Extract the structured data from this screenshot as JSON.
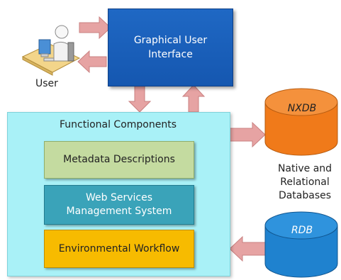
{
  "user": {
    "label": "User"
  },
  "gui": {
    "line1": "Graphical User",
    "line2": "Interface"
  },
  "functional": {
    "title": "Functional Components",
    "metadata": "Metadata Descriptions",
    "web_services_line1": "Web Services",
    "web_services_line2": "Management System",
    "workflow": "Environmental Workflow"
  },
  "databases": {
    "nxdb": "NXDB",
    "rdb": "RDB",
    "caption_line1": "Native and",
    "caption_line2": "Relational",
    "caption_line3": "Databases"
  },
  "colors": {
    "gui": "#1a5fbc",
    "functional_bg": "#a9f1f7",
    "metadata": "#c4dba0",
    "web_services": "#3aa3b9",
    "workflow": "#f7bb00",
    "nxdb": "#f07a1a",
    "rdb": "#1f82cf",
    "arrow": "#e6a3a3"
  }
}
